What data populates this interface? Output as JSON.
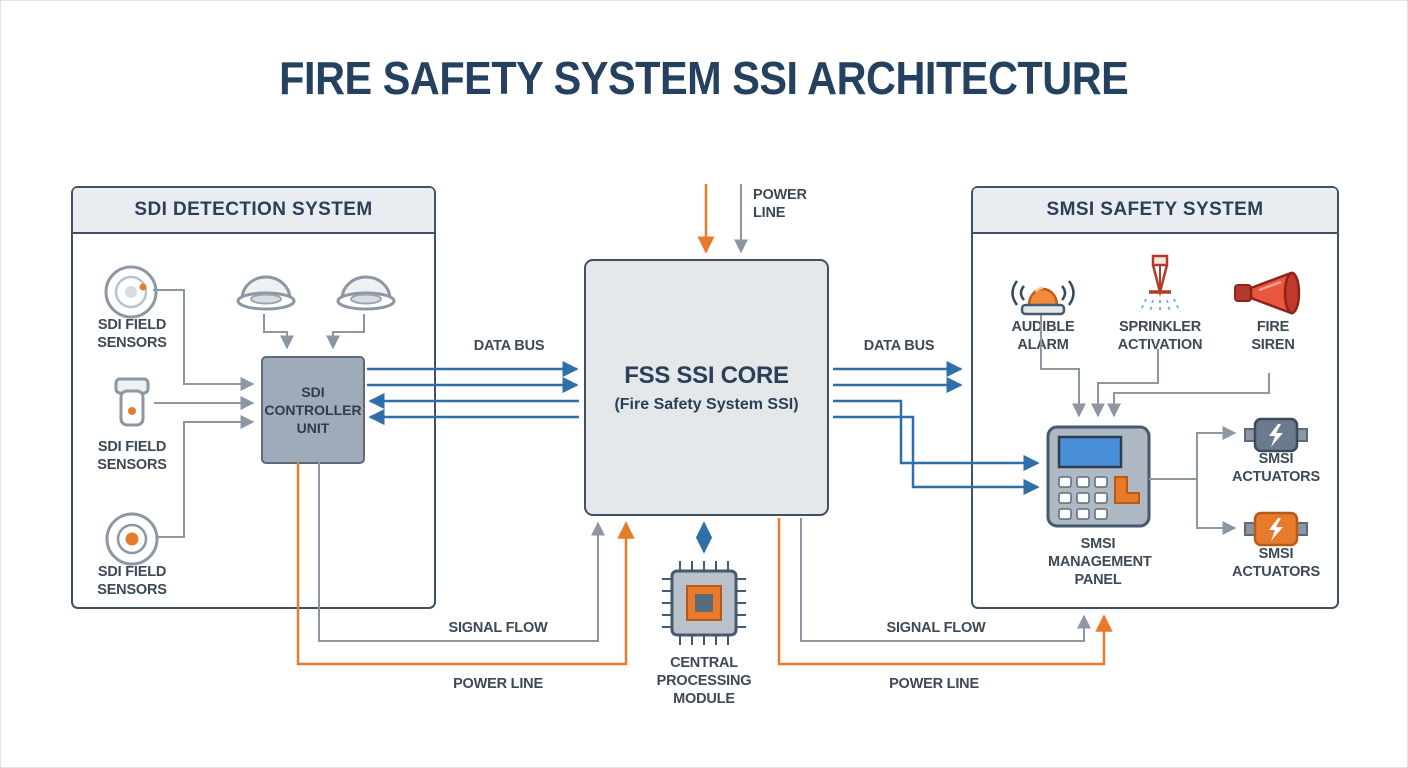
{
  "title": "FIRE SAFETY SYSTEM SSI ARCHITECTURE",
  "colors": {
    "navy_text": "#24415f",
    "data_bus_blue": "#2f6fa8",
    "power_orange": "#e87a2c",
    "signal_gray": "#8d97a3",
    "header_fill": "#e9edf1",
    "core_fill": "#e4e8eb",
    "controller_fill": "#9fabb8"
  },
  "left_panel": {
    "title": "SDI DETECTION SYSTEM",
    "sensors": [
      {
        "label": "SDI FIELD SENSORS"
      },
      {
        "label": "SDI FIELD SENSORS"
      },
      {
        "label": "SDI FIELD SENSORS"
      }
    ],
    "controller": {
      "label": "SDI CONTROLLER UNIT"
    }
  },
  "core": {
    "title": "FSS SSI CORE",
    "subtitle": "(Fire Safety System SSI)"
  },
  "cpu": {
    "label": "CENTRAL PROCESSING MODULE"
  },
  "labels": {
    "power_line_top": "POWER LINE",
    "data_bus_left": "DATA BUS",
    "data_bus_right": "DATA BUS",
    "signal_flow_left": "SIGNAL FLOW",
    "signal_flow_right": "SIGNAL FLOW",
    "power_line_left": "POWER LINE",
    "power_line_right": "POWER LINE"
  },
  "right_panel": {
    "title": "SMSI SAFETY SYSTEM",
    "devices": [
      {
        "label": "AUDIBLE ALARM"
      },
      {
        "label": "SPRINKLER ACTIVATION"
      },
      {
        "label": "FIRE SIREN"
      }
    ],
    "panel": {
      "label": "SMSI MANAGEMENT PANEL"
    },
    "actuators": [
      {
        "label": "SMSI ACTUATORS"
      },
      {
        "label": "SMSI ACTUATORS"
      }
    ]
  }
}
